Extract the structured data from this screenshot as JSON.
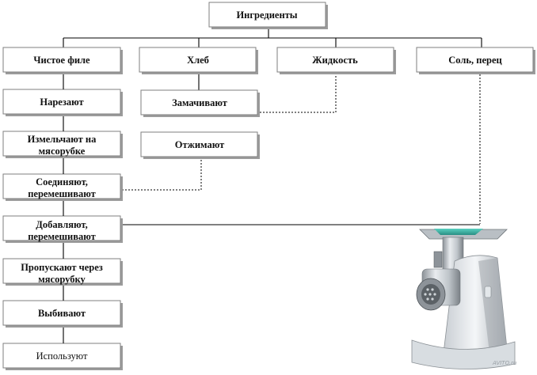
{
  "root": {
    "label": "Ингредиенты"
  },
  "categories": [
    {
      "label": "Чистое филе"
    },
    {
      "label": "Хлеб"
    },
    {
      "label": "Жидкость"
    },
    {
      "label": "Соль, перец"
    }
  ],
  "fillet_steps": [
    {
      "line1": "Нарезают",
      "line2": ""
    },
    {
      "line1": "Измельчают на",
      "line2": "мясорубке"
    },
    {
      "line1": "Соединяют,",
      "line2": "перемешивают"
    },
    {
      "line1": "Добавляют,",
      "line2": "перемешивают"
    },
    {
      "line1": "Пропускают через",
      "line2": "мясорубку"
    },
    {
      "line1": "Выбивают",
      "line2": ""
    },
    {
      "line1": "Используют",
      "line2": ""
    }
  ],
  "bread_steps": [
    {
      "label": "Замачивают"
    },
    {
      "label": "Отжимают"
    }
  ],
  "image": {
    "name": "meat-grinder",
    "watermark": "AVITO.ru"
  },
  "colors": {
    "box_stroke": "#7f7f7f",
    "shadow": "#9c9c9c",
    "line": "#000000"
  }
}
